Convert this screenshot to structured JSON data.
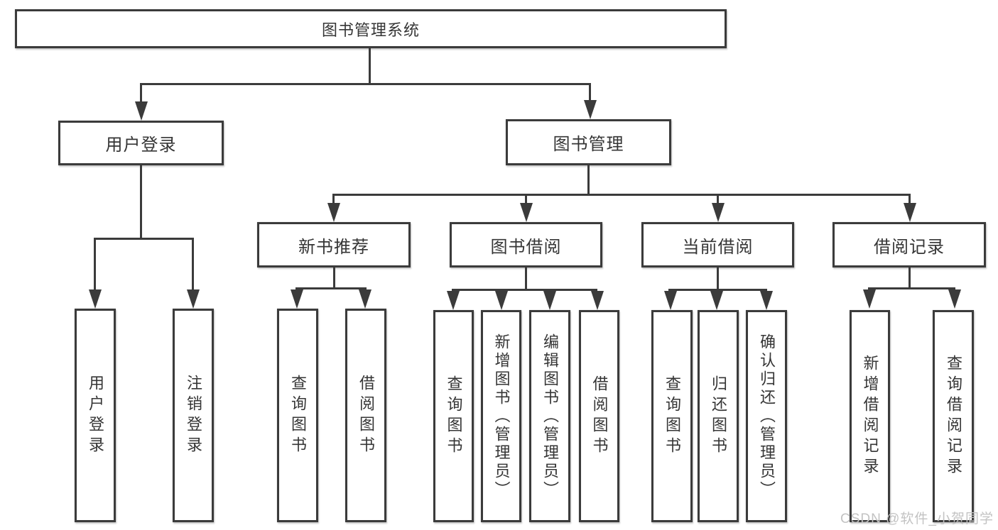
{
  "diagram": {
    "title": "图书管理系统",
    "watermark": "CSDN @软件_小贺同学",
    "colors": {
      "line": "#3b3b3b",
      "text": "#353535",
      "background": "#ffffff",
      "watermark": "#c3c3c3"
    },
    "nodes": {
      "root": "图书管理系统",
      "user_login": "用户登录",
      "book_management": "图书管理",
      "ul_user_login": "用户登录",
      "ul_logout": "注销登录",
      "new_book_recommend": "新书推荐",
      "book_borrow": "图书借阅",
      "current_borrow": "当前借阅",
      "borrow_record": "借阅记录",
      "nbr_query_book": "查询图书",
      "nbr_borrow_book": "借阅图书",
      "bb_query_book": "查询图书",
      "bb_add_book": "新增图书（管理员）",
      "bb_edit_book": "编辑图书（管理员）",
      "bb_borrow_book": "借阅图书",
      "cb_query_book": "查询图书",
      "cb_return_book": "归还图书",
      "cb_confirm_return": "确认归还（管理员）",
      "br_add_record": "新增借阅记录",
      "br_query_record": "查询借阅记录"
    }
  }
}
